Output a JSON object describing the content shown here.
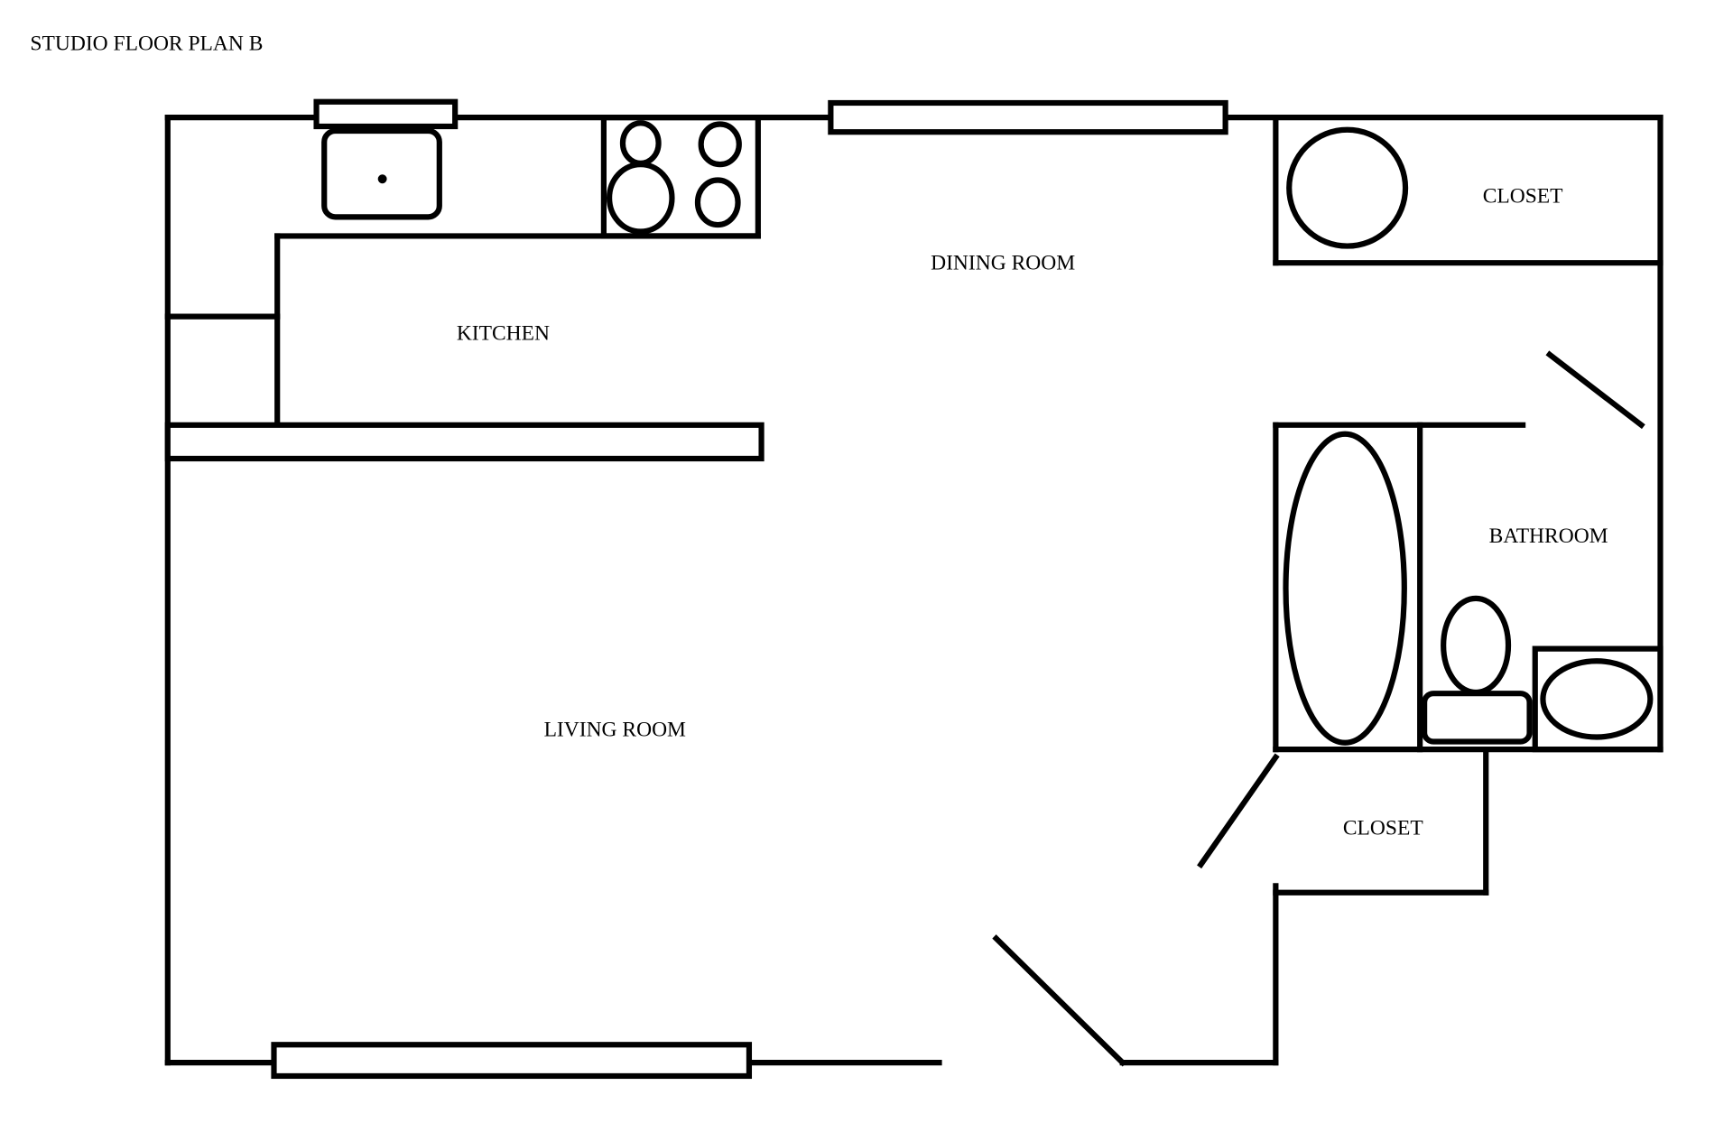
{
  "title": "STUDIO FLOOR PLAN B",
  "rooms": {
    "kitchen": "KITCHEN",
    "dining_room": "DINING ROOM",
    "closet_top": "CLOSET",
    "bathroom": "BATHROOM",
    "living_room": "LIVING ROOM",
    "closet_bottom": "CLOSET"
  }
}
